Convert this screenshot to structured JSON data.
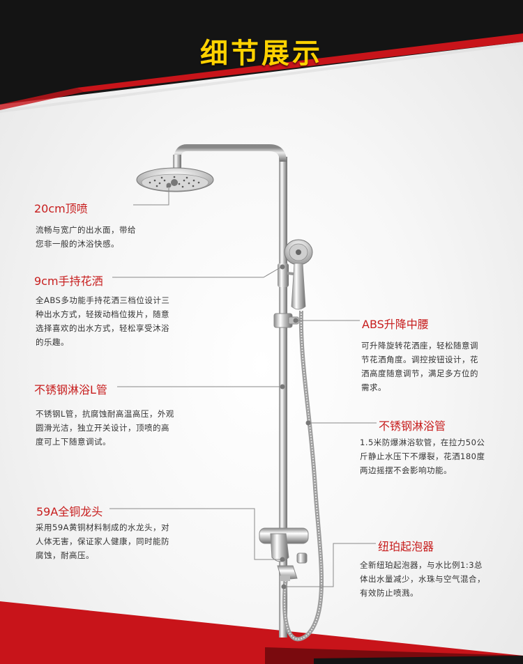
{
  "page_title": "细节展示",
  "features": [
    {
      "title": "20cm顶喷",
      "desc": [
        "流畅与宽广的出水面，带给",
        "您非一般的沐浴快感。"
      ]
    },
    {
      "title": "9cm手持花洒",
      "desc": [
        "全ABS多功能手持花洒三档位设计三",
        "种出水方式，轻拨动档位拨片，随意",
        "选择喜欢的出水方式，轻松享受沐浴",
        "的乐趣。"
      ]
    },
    {
      "title": "ABS升降中腰",
      "desc": [
        "可升降旋转花洒座，轻松随意调",
        "节花洒角度。调控按钮设计，花",
        "洒高度随意调节，满足多方位的",
        "需求。"
      ]
    },
    {
      "title": "不锈钢淋浴L管",
      "desc": [
        "不锈钢L管，抗腐蚀耐高温高压，外观",
        "圆滑光洁，独立开关设计，顶喷的高",
        "度可上下随意调试。"
      ]
    },
    {
      "title": "不锈钢淋浴管",
      "desc": [
        "1.5米防爆淋浴软管，在拉力50公",
        "斤静止水压下不爆裂，花洒180度",
        "两边摇摆不会影响功能。"
      ]
    },
    {
      "title": "59A全铜龙头",
      "desc": [
        "采用59A黄铜材料制成的水龙头，对",
        "人体无害，保证家人健康，同时能防",
        "腐蚀，耐高压。"
      ]
    },
    {
      "title": "纽珀起泡器",
      "desc": [
        "全新纽珀起泡器，与水比例1:3总",
        "体出水量减少，水珠与空气混合，",
        "有效防止喷溅。"
      ]
    }
  ],
  "colors": {
    "title_yellow": "#ffd200",
    "label_red": "#c71d1d",
    "band_black": "#141414",
    "band_red": "#c8141a"
  }
}
